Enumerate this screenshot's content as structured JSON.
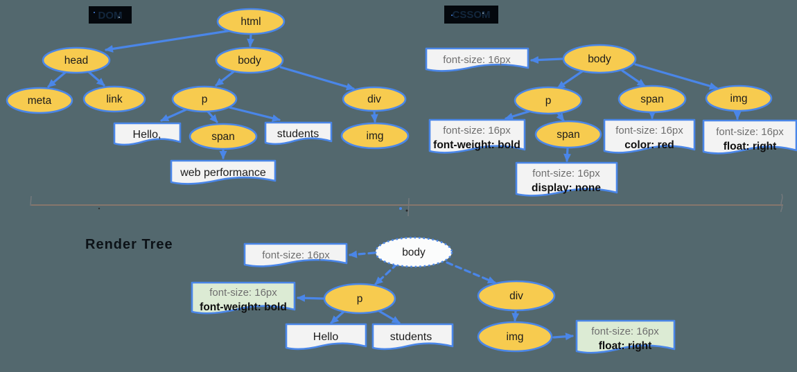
{
  "dom": {
    "label": "DOM",
    "nodes": {
      "html": "html",
      "head": "head",
      "body": "body",
      "meta": "meta",
      "link": "link",
      "p": "p",
      "div": "div",
      "span": "span",
      "img": "img"
    },
    "text_nodes": {
      "hello": "Hello,",
      "students": "students",
      "web_performance": "web performance"
    }
  },
  "cssom": {
    "label": "CSSOM",
    "nodes": {
      "body": "body",
      "p": "p",
      "span": "span",
      "img": "img",
      "span_in_p": "span"
    },
    "rules": {
      "body": {
        "line1": "font-size: 16px"
      },
      "p": {
        "line1": "font-size: 16px",
        "line2": "font-weight: bold"
      },
      "span": {
        "line1": "font-size: 16px",
        "line2": "color: red"
      },
      "img": {
        "line1": "font-size: 16px",
        "line2": "float: right"
      },
      "span_in_p": {
        "line1": "font-size: 16px",
        "line2": "display: none"
      }
    }
  },
  "render_tree": {
    "label": "Render Tree",
    "nodes": {
      "body": "body",
      "p": "p",
      "div": "div",
      "img": "img"
    },
    "text_nodes": {
      "hello": "Hello",
      "students": "students"
    },
    "rules": {
      "body": {
        "line1": "font-size: 16px"
      },
      "p": {
        "line1": "font-size: 16px",
        "line2": "font-weight: bold"
      },
      "img": {
        "line1": "font-size: 16px",
        "line2": "float: right"
      }
    }
  },
  "colors": {
    "background": "#53686e",
    "node_fill": "#f7cb4f",
    "stroke_blue": "#4a86e8",
    "doc_box_fill": "#f3f3f3",
    "green_box_fill": "#dcebd4",
    "rule_text_gray": "#6e6e6e",
    "divider_line": "#87766c"
  }
}
